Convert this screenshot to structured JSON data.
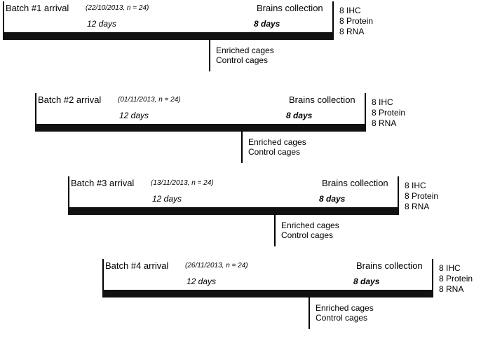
{
  "batches": [
    {
      "arrival": "Batch #1 arrival",
      "date": "(22/10/2013, n = 24)",
      "collection": "Brains collection",
      "phase1": "12 days",
      "phase2": "8 days",
      "assays": [
        "8 IHC",
        "8 Protein",
        "8 RNA"
      ],
      "cages": [
        "Enriched cages",
        "Control cages"
      ]
    },
    {
      "arrival": "Batch #2 arrival",
      "date": "(01/11/2013, n = 24)",
      "collection": "Brains collection",
      "phase1": "12 days",
      "phase2": "8 days",
      "assays": [
        "8 IHC",
        "8 Protein",
        "8 RNA"
      ],
      "cages": [
        "Enriched cages",
        "Control cages"
      ]
    },
    {
      "arrival": "Batch #3 arrival",
      "date": "(13/11/2013, n = 24)",
      "collection": "Brains collection",
      "phase1": "12 days",
      "phase2": "8 days",
      "assays": [
        "8 IHC",
        "8 Protein",
        "8 RNA"
      ],
      "cages": [
        "Enriched cages",
        "Control cages"
      ]
    },
    {
      "arrival": "Batch #4 arrival",
      "date": "(26/11/2013, n = 24)",
      "collection": "Brains collection",
      "phase1": "12 days",
      "phase2": "8 days",
      "assays": [
        "8 IHC",
        "8 Protein",
        "8 RNA"
      ],
      "cages": [
        "Enriched cages",
        "Control cages"
      ]
    }
  ]
}
